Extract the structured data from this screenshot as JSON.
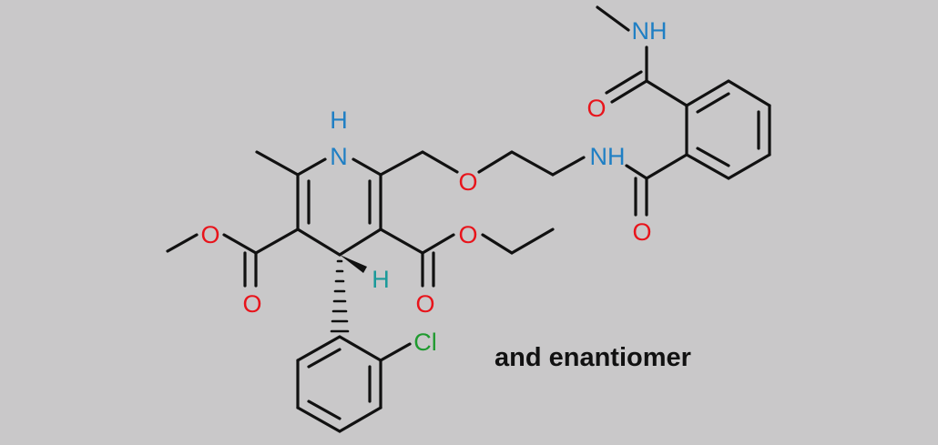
{
  "caption": "and enantiomer",
  "atom_labels": {
    "ring_nh_h": "H",
    "ring_nh_n": "N",
    "ether_o": "O",
    "amide_nh": "NH",
    "methylamide_nh": "NH",
    "amide_o_top": "O",
    "amide_o_bottom": "O",
    "ester_left_o": "O",
    "ester_left_carbonyl_o": "O",
    "ester_right_o": "O",
    "ester_right_carbonyl_o": "O",
    "stereo_h": "H",
    "chloro": "Cl"
  },
  "colors": {
    "background": "#c9c8c9",
    "bond": "#111111",
    "nitrogen": "#1f7fc4",
    "oxygen": "#e8141b",
    "chlorine": "#1f9a2f",
    "hydrogen_stereo": "#1a9a9a"
  }
}
